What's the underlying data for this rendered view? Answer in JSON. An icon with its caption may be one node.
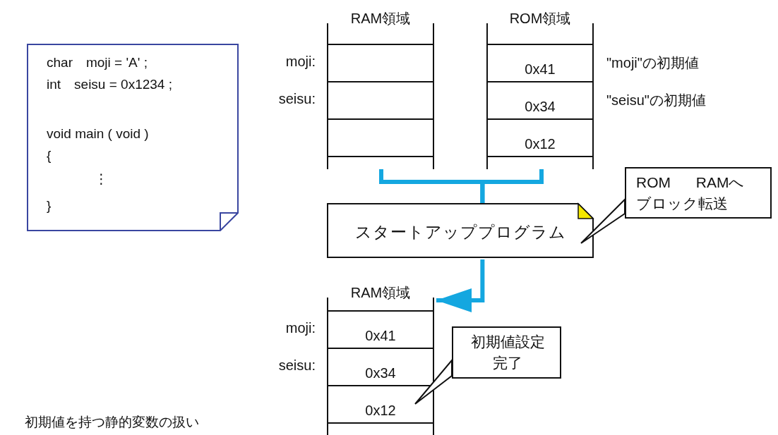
{
  "diagram": {
    "caption": "初期値を持つ静的変数の扱い",
    "nodes": [
      {
        "text": [
          "char　moji = 'A' ;",
          "int　seisu = 0x1234 ;",
          "void main ( void )",
          "{",
          "⋮",
          "}"
        ]
      },
      {
        "text": [
          "RAM領域"
        ]
      },
      {
        "text": [],
        "shape": "box",
        "in": 1,
        "beside": [
          "moji:"
        ]
      },
      {
        "text": [],
        "shape": "box",
        "in": 1,
        "beside": [
          "seisu:"
        ]
      },
      {
        "text": [],
        "shape": "box",
        "in": 1
      },
      {
        "text": [
          "ROM領域"
        ]
      },
      {
        "text": [
          "0x41"
        ],
        "in": 5,
        "beside": [
          "\"moji\"の初期値"
        ]
      },
      {
        "text": [
          "0x34"
        ],
        "in": 5,
        "beside": [
          "\"seisu\"の初期値"
        ]
      },
      {
        "text": [
          "0x12"
        ],
        "in": 5
      },
      {
        "text": [
          "スタートアッププログラム"
        ]
      },
      {
        "text": [
          "ROM RAMへブロック転送"
        ]
      },
      {
        "text": [
          "RAM領域"
        ]
      },
      {
        "text": [
          "0x41"
        ],
        "in": 11,
        "beside": [
          "moji:"
        ]
      },
      {
        "text": [
          "0x34"
        ],
        "in": 11,
        "beside": [
          "seisu:"
        ]
      },
      {
        "text": [
          "0x12"
        ],
        "in": 11
      },
      {
        "text": [
          "初期値設定完了"
        ]
      }
    ],
    "edges": [
      {
        "from": 1,
        "to": 9,
        "arrow": "none"
      },
      {
        "from": 5,
        "to": 9,
        "arrow": "none"
      },
      {
        "from": 9,
        "to": 11,
        "arrow": "to"
      },
      {
        "from": 10,
        "to": 9,
        "arrow": "none",
        "color": "#111111"
      },
      {
        "from": 15,
        "to": 14,
        "arrow": "none",
        "color": "#111111"
      }
    ]
  }
}
